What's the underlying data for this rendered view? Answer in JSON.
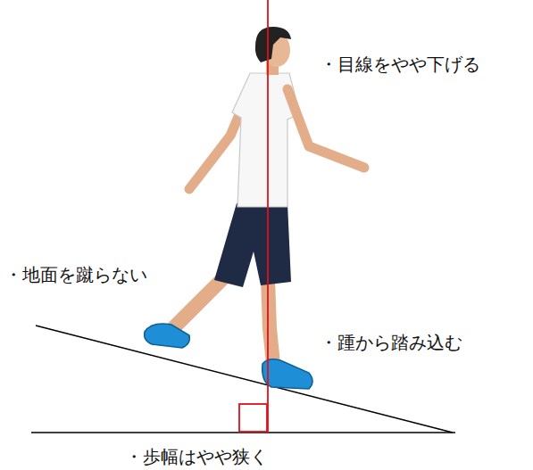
{
  "diagram": {
    "labels": [
      "・目線をやや下げる",
      "・地面を蹴らない",
      "・踵から踏み込む",
      "・歩幅はやや狭く"
    ]
  }
}
